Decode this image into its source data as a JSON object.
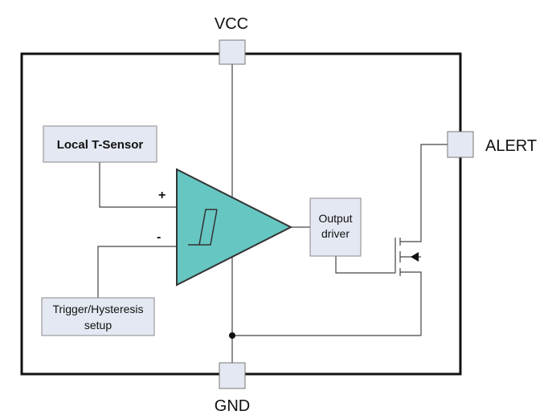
{
  "pins": {
    "vcc": "VCC",
    "gnd": "GND",
    "alert": "ALERT"
  },
  "blocks": {
    "sensor": "Local T-Sensor",
    "trigger_line1": "Trigger/Hysteresis",
    "trigger_line2": "setup",
    "driver_line1": "Output",
    "driver_line2": "driver"
  },
  "comparator": {
    "plus": "+",
    "minus": "-",
    "fill_color": "#66c6c2"
  },
  "colors": {
    "block_fill": "#e4e8f2",
    "outline": "#111111"
  }
}
